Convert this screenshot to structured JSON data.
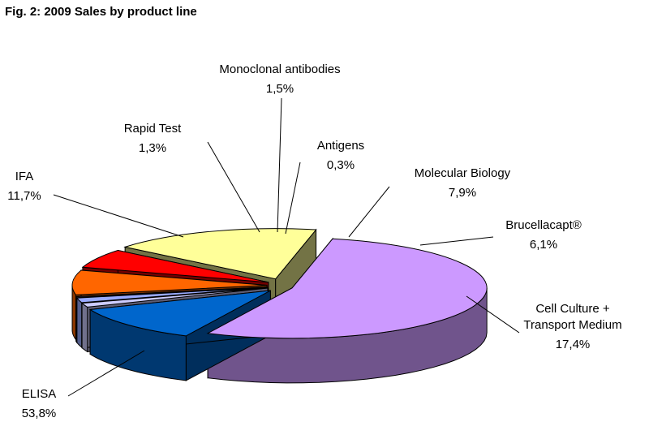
{
  "title": "Fig. 2: 2009 Sales by product line",
  "chart_data": {
    "type": "pie",
    "style": "3d-exploded",
    "title": "Fig. 2: 2009 Sales by product line",
    "slices": [
      {
        "label": "ELISA",
        "value_text": "53,8%",
        "value": 53.8,
        "color": "#cc99ff"
      },
      {
        "label": "IFA",
        "value_text": "11,7%",
        "value": 11.7,
        "color": "#0066cc"
      },
      {
        "label": "Rapid Test",
        "value_text": "1,3%",
        "value": 1.3,
        "color": "#ccccff"
      },
      {
        "label": "Monoclonal antibodies",
        "value_text": "1,5%",
        "value": 1.5,
        "color": "#99aaff"
      },
      {
        "label": "Antigens",
        "value_text": "0,3%",
        "value": 0.3,
        "color": "#7777aa"
      },
      {
        "label": "Molecular Biology",
        "value_text": "7,9%",
        "value": 7.9,
        "color": "#ff6600"
      },
      {
        "label": "Brucellacapt®",
        "value_text": "6,1%",
        "value": 6.1,
        "color": "#ff0000"
      },
      {
        "label": "Cell Culture + Transport Medium",
        "label_lines": [
          "Cell Culture +",
          "Transport Medium"
        ],
        "value_text": "17,4%",
        "value": 17.4,
        "color": "#ffff99"
      }
    ]
  }
}
